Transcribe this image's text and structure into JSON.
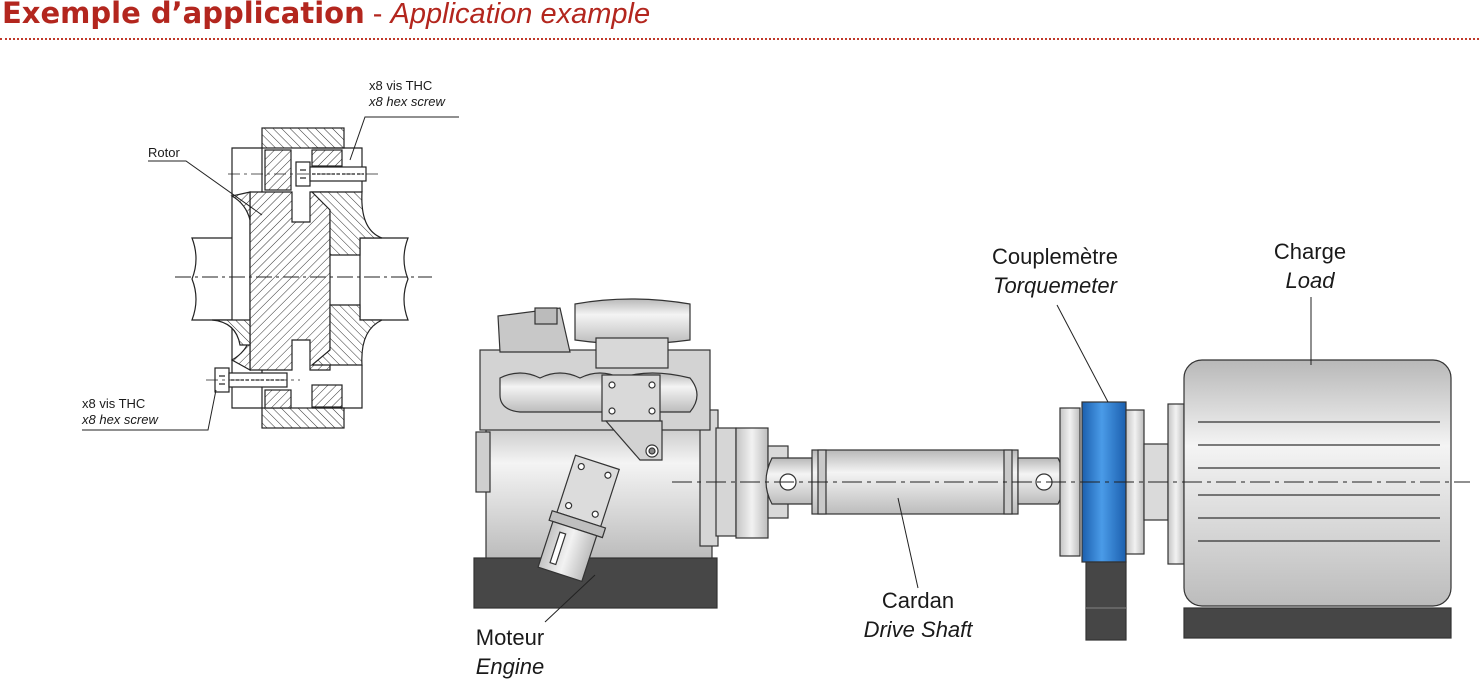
{
  "header": {
    "title_fr": "Exemple d’application",
    "separator": " - ",
    "title_en": "Application example"
  },
  "detail_labels": {
    "screw_top_fr": "x8 vis THC",
    "screw_top_en": "x8 hex screw",
    "rotor": "Rotor",
    "screw_bottom_fr": "x8 vis THC",
    "screw_bottom_en": "x8 hex screw"
  },
  "assembly_labels": {
    "torquemeter_fr": "Couplemètre",
    "torquemeter_en": "Torquemeter",
    "load_fr": "Charge",
    "load_en": "Load",
    "driveshaft_fr": "Cardan",
    "driveshaft_en": "Drive Shaft",
    "engine_fr": "Moteur",
    "engine_en": "Engine"
  },
  "colors": {
    "title": "#b3261e",
    "torquemeter_ring": "#1e6fc7",
    "base": "#4a4a4a",
    "metal": "#d8d8d8"
  }
}
